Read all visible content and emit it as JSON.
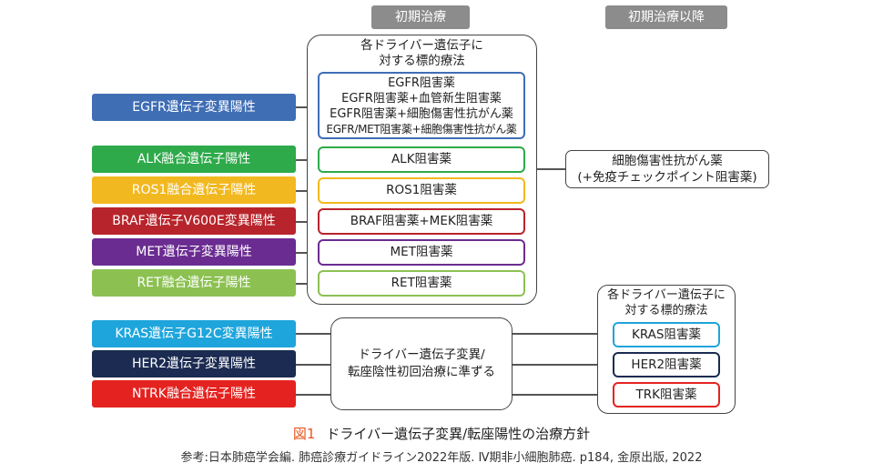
{
  "headers": {
    "initial": "初期治療",
    "after_initial": "初期治療以降"
  },
  "standard_group": {
    "title_line1": "各ドライバー遺伝子に",
    "title_line2": "対する標的療法"
  },
  "mutations": [
    {
      "label": "EGFR遺伝子変異陽性",
      "color": "#3f6eb5"
    },
    {
      "label": "ALK融合遺伝子陽性",
      "color": "#2eaa4a"
    },
    {
      "label": "ROS1融合遺伝子陽性",
      "color": "#f2b81f"
    },
    {
      "label": "BRAF遺伝子V600E変異陽性",
      "color": "#b8242b"
    },
    {
      "label": "MET遺伝子変異陽性",
      "color": "#6b2c91"
    },
    {
      "label": "RET融合遺伝子陽性",
      "color": "#8cc152"
    },
    {
      "label": "KRAS遺伝子G12C変異陽性",
      "color": "#1ea5dc"
    },
    {
      "label": "HER2遺伝子変異陽性",
      "color": "#1b2b52"
    },
    {
      "label": "NTRK融合遺伝子陽性",
      "color": "#e42320"
    }
  ],
  "egfr_drugs": [
    "EGFR阻害薬",
    "EGFR阻害薬+血管新生阻害薬",
    "EGFR阻害薬+細胞傷害性抗がん薬",
    "EGFR/MET阻害薬+細胞傷害性抗がん薬"
  ],
  "drugs": {
    "alk": "ALK阻害薬",
    "ros1": "ROS1阻害薬",
    "braf": "BRAF阻害薬+MEK阻害薬",
    "met": "MET阻害薬",
    "ret": "RET阻害薬"
  },
  "later_therapy": {
    "line1": "細胞傷害性抗がん薬",
    "line2": "(+免疫チェックポイント阻害薬)"
  },
  "middle_box": {
    "line1": "ドライバー遺伝子変異/",
    "line2": "転座陰性初回治療に準ずる"
  },
  "later_group": {
    "title_line1": "各ドライバー遺伝子に",
    "title_line2": "対する標的療法",
    "kras": "KRAS阻害薬",
    "her2": "HER2阻害薬",
    "trk": "TRK阻害薬"
  },
  "caption": {
    "fig": "図1",
    "text": "ドライバー遺伝子変異/転座陽性の治療方針",
    "reference": "参考:日本肺癌学会編. 肺癌診療ガイドライン2022年版. Ⅳ期非小細胞肺癌. p184, 金原出版, 2022"
  },
  "colors": {
    "egfr_border": "#3f6eb5",
    "alk_border": "#2eaa4a",
    "ros1_border": "#f2b81f",
    "braf_border": "#b8242b",
    "met_border": "#6b2c91",
    "ret_border": "#8cc152",
    "kras_border": "#1ea5dc",
    "her2_border": "#1b2b52",
    "trk_border": "#e42320",
    "header_bg": "#8c8c8c",
    "caption_fig": "#e8561f"
  }
}
